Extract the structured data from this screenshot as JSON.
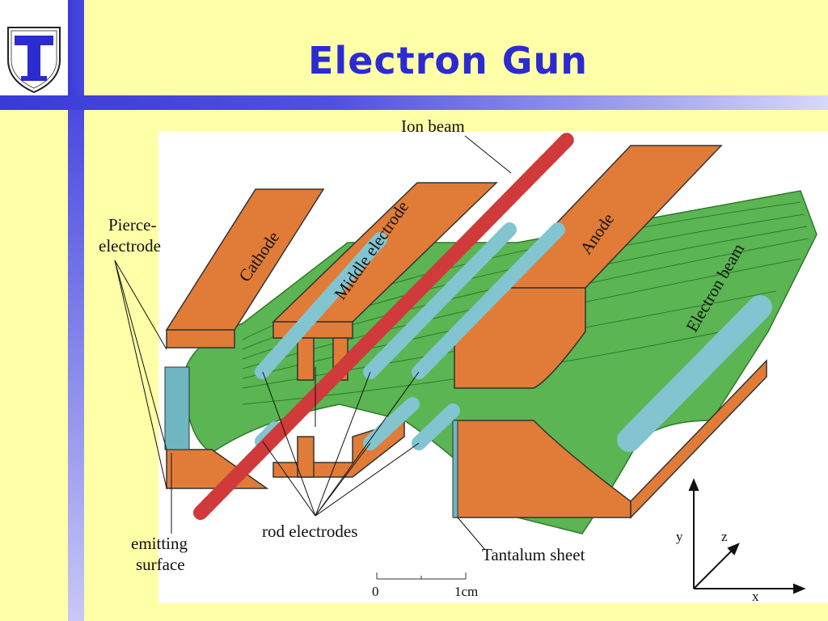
{
  "slide": {
    "title": "Electron Gun"
  },
  "logo": {
    "letter": "T"
  },
  "diagram": {
    "labels": {
      "ion_beam": "Ion beam",
      "pierce_line1": "Pierce-",
      "pierce_line2": "electrode",
      "cathode": "Cathode",
      "middle_electrode": "Middle electrode",
      "anode": "Anode",
      "electron_beam": "Electron beam",
      "rod_electrodes": "rod electrodes",
      "tantalum_sheet": "Tantalum sheet",
      "emitting_line1": "emitting",
      "emitting_line2": "surface",
      "scale_0": "0",
      "scale_1cm": "1cm",
      "axis_y": "y",
      "axis_z": "z",
      "axis_x": "x"
    },
    "colors": {
      "electrode": "#e07c38",
      "beam": "#5ab552",
      "rod": "#82c4d0",
      "ion_beam": "#d03a3a",
      "title": "#2b2bd0"
    }
  }
}
